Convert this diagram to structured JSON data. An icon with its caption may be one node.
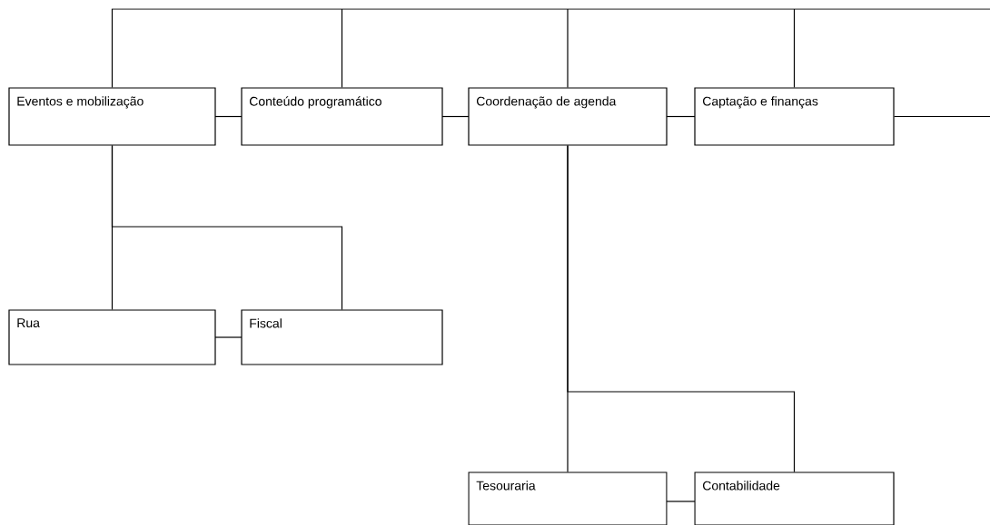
{
  "diagram": {
    "nodes": [
      {
        "text": [
          "Eventos e mobilização"
        ]
      },
      {
        "text": [
          "Conteúdo programático"
        ]
      },
      {
        "text": [
          "Coordenação de agenda"
        ]
      },
      {
        "text": [
          "Captação e finanças"
        ]
      },
      {
        "text": [
          "Rua"
        ]
      },
      {
        "text": [
          "Fiscal"
        ]
      },
      {
        "text": [
          "Tesouraria"
        ]
      },
      {
        "text": [
          "Contabilidade"
        ]
      }
    ],
    "edges": [
      {
        "from": null,
        "to": 0,
        "arrow": "none"
      },
      {
        "from": null,
        "to": 1,
        "arrow": "none"
      },
      {
        "from": null,
        "to": 2,
        "arrow": "none"
      },
      {
        "from": null,
        "to": 3,
        "arrow": "none"
      },
      {
        "from": 3,
        "to": null,
        "arrow": "none"
      },
      {
        "from": 0,
        "to": 1,
        "arrow": "none"
      },
      {
        "from": 1,
        "to": 2,
        "arrow": "none"
      },
      {
        "from": 2,
        "to": 3,
        "arrow": "none"
      },
      {
        "from": 0,
        "to": 4,
        "arrow": "none"
      },
      {
        "from": 0,
        "to": 5,
        "arrow": "none"
      },
      {
        "from": 4,
        "to": 5,
        "arrow": "none"
      },
      {
        "from": 2,
        "to": 6,
        "arrow": "none"
      },
      {
        "from": 2,
        "to": 7,
        "arrow": "none"
      },
      {
        "from": 6,
        "to": 7,
        "arrow": "none"
      }
    ]
  }
}
